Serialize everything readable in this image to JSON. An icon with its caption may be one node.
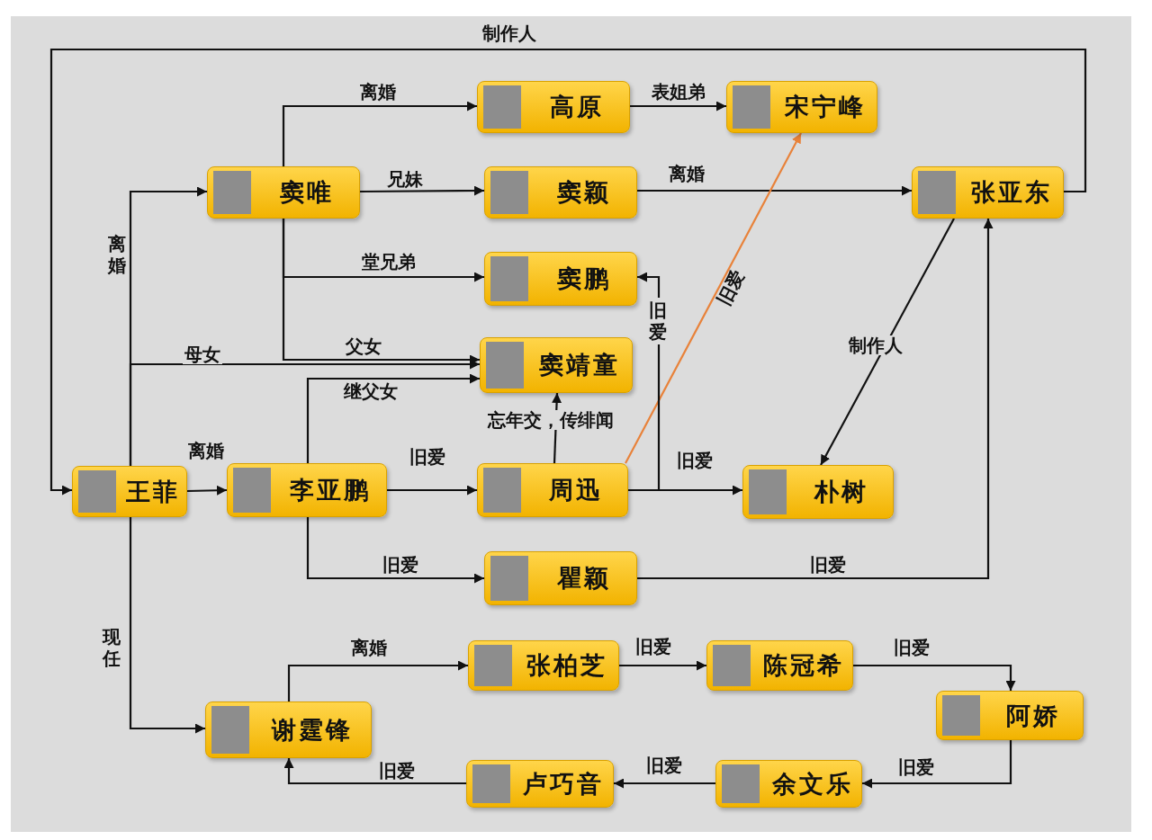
{
  "diagram": {
    "nodes": [
      {
        "text": [
          "王菲"
        ]
      },
      {
        "text": [
          "窦唯"
        ]
      },
      {
        "text": [
          "高原"
        ]
      },
      {
        "text": [
          "宋宁峰"
        ]
      },
      {
        "text": [
          "窦颖"
        ]
      },
      {
        "text": [
          "张亚东"
        ]
      },
      {
        "text": [
          "窦鹏"
        ]
      },
      {
        "text": [
          "窦靖童"
        ]
      },
      {
        "text": [
          "李亚鹏"
        ]
      },
      {
        "text": [
          "周迅"
        ]
      },
      {
        "text": [
          "朴树"
        ]
      },
      {
        "text": [
          "瞿颖"
        ]
      },
      {
        "text": [
          "谢霆锋"
        ]
      },
      {
        "text": [
          "张柏芝"
        ]
      },
      {
        "text": [
          "陈冠希"
        ]
      },
      {
        "text": [
          "阿娇"
        ]
      },
      {
        "text": [
          "卢巧音"
        ]
      },
      {
        "text": [
          "余文乐"
        ]
      }
    ],
    "edges": [
      {
        "from": 5,
        "to": 0,
        "arrow": "to",
        "label": "制作人"
      },
      {
        "from": 1,
        "to": 2,
        "arrow": "to",
        "label": "离婚"
      },
      {
        "from": 2,
        "to": 3,
        "arrow": "to",
        "label": "表姐弟"
      },
      {
        "from": 1,
        "to": 4,
        "arrow": "to",
        "label": "兄妹"
      },
      {
        "from": 4,
        "to": 5,
        "arrow": "to",
        "label": "离婚"
      },
      {
        "from": 0,
        "to": 1,
        "arrow": "to",
        "label": "离婚"
      },
      {
        "from": 1,
        "to": 6,
        "arrow": "to",
        "label": "堂兄弟"
      },
      {
        "from": 1,
        "to": 7,
        "arrow": "to",
        "label": "父女"
      },
      {
        "from": 0,
        "to": 7,
        "arrow": "to",
        "label": "母女"
      },
      {
        "from": 0,
        "to": 8,
        "arrow": "to",
        "label": "离婚"
      },
      {
        "from": 8,
        "to": 7,
        "arrow": "to",
        "label": "继父女"
      },
      {
        "from": 8,
        "to": 9,
        "arrow": "to",
        "label": "旧爱"
      },
      {
        "from": 9,
        "to": 7,
        "arrow": "to",
        "label": "忘年交，传绯闻"
      },
      {
        "from": 9,
        "to": 3,
        "arrow": "to",
        "label": "旧爱",
        "color": "#e8823a"
      },
      {
        "from": 9,
        "to": 10,
        "arrow": "to",
        "label": "旧爱"
      },
      {
        "from": 9,
        "to": 6,
        "arrow": "to",
        "label": "旧爱"
      },
      {
        "from": 5,
        "to": 10,
        "arrow": "to",
        "label": "制作人"
      },
      {
        "from": 11,
        "to": 5,
        "arrow": "to",
        "label": "旧爱"
      },
      {
        "from": 8,
        "to": 11,
        "arrow": "to",
        "label": "旧爱"
      },
      {
        "from": 0,
        "to": 12,
        "arrow": "to",
        "label": "现任"
      },
      {
        "from": 12,
        "to": 13,
        "arrow": "to",
        "label": "离婚"
      },
      {
        "from": 13,
        "to": 14,
        "arrow": "to",
        "label": "旧爱"
      },
      {
        "from": 14,
        "to": 15,
        "arrow": "to",
        "label": "旧爱"
      },
      {
        "from": 15,
        "to": 17,
        "arrow": "to",
        "label": "旧爱"
      },
      {
        "from": 17,
        "to": 16,
        "arrow": "to",
        "label": "旧爱"
      },
      {
        "from": 16,
        "to": 12,
        "arrow": "to",
        "label": "旧爱"
      }
    ]
  }
}
